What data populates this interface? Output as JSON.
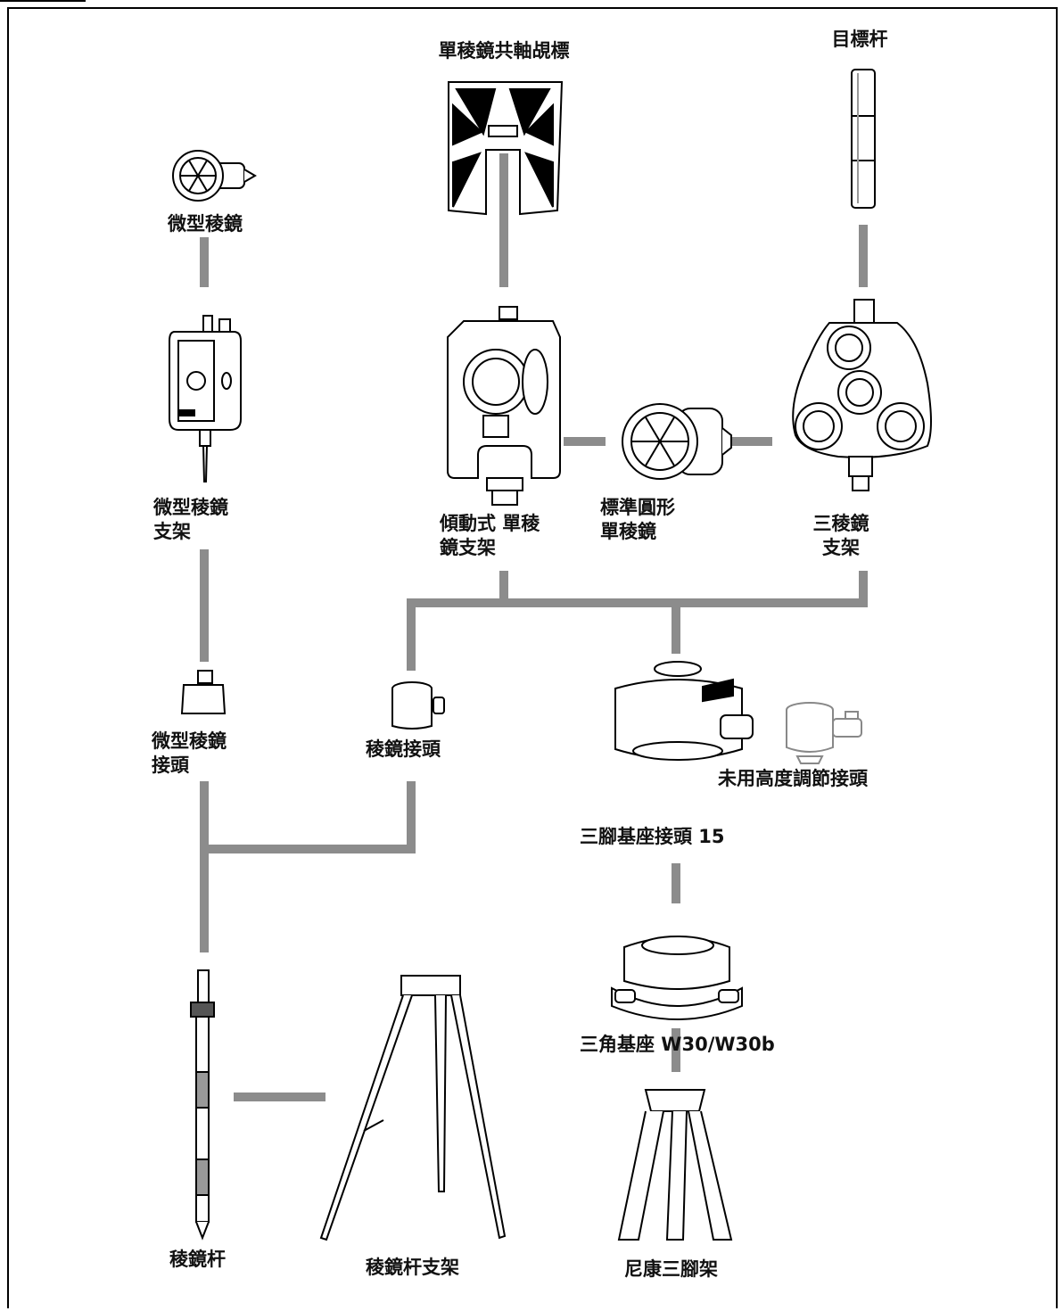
{
  "labels": {
    "single_prism_target": "單稜鏡共軸覘標",
    "target_rod": "目標杆",
    "mini_prism": "微型稜鏡",
    "mini_prism_holder": "微型稜鏡\n支架",
    "tilting_holder": "傾動式 單稜\n鏡支架",
    "round_prism": "標準圓形\n單稜鏡",
    "triple_holder": "三稜鏡\n支架",
    "mini_prism_adapter": "微型稜鏡\n接頭",
    "prism_adapter": "稜鏡接頭",
    "height_adapter": "未用高度調節接頭",
    "tribrach_adapter": "三腳基座接頭 15",
    "tribrach": "三角基座 W30/W30b",
    "prism_pole": "稜鏡杆",
    "pole_bipod": "稜鏡杆支架",
    "nikon_tripod": "尼康三腳架"
  },
  "colors": {
    "connector": "#8c8c8c",
    "line": "#000000",
    "fill": "#ffffff"
  }
}
